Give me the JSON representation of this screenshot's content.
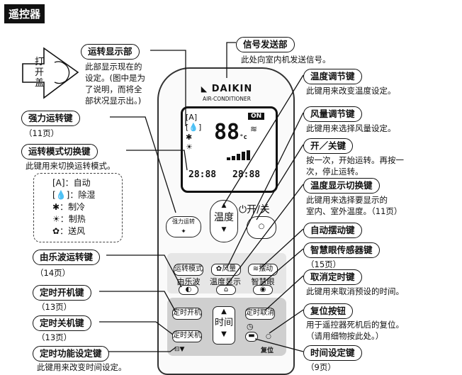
{
  "section_title": "遥控器",
  "open_cover_label": "打开盖",
  "remote": {
    "brand": "DAIKIN",
    "subtitle": "AIR-CONDITIONER",
    "lcd": {
      "on_label": "ON",
      "temp_value": "88",
      "temp_unit": "°c",
      "timer_on": "28:88",
      "timer_off": "28:88"
    },
    "powerful_btn": "强力运转",
    "temp_btn": "温度",
    "onoff_label": "⏻开/关",
    "row1": [
      "运转模式",
      "风量",
      "摆动"
    ],
    "row2": [
      "由乐波",
      "温度显示",
      "智慧眼"
    ],
    "timer_on_btn": "定时开机",
    "timer_off_btn": "定时关机",
    "time_btn": "时间",
    "timer_cancel_btn": "定时取消",
    "reset_label": "复位"
  },
  "callouts_left": [
    {
      "title": "运转显示部",
      "desc": "此部显示现在的\n设定。(图中是为\n了说明，而将全\n部状况显示出。)"
    },
    {
      "title": "强力运转键",
      "desc": "（11页）"
    },
    {
      "title": "运转模式切换键",
      "desc": "此键用来切换运转模式。"
    },
    {
      "title": "由乐波运转键",
      "desc": "（14页）"
    },
    {
      "title": "定时开机键",
      "desc": "（13页）"
    },
    {
      "title": "定时关机键",
      "desc": "（13页）"
    },
    {
      "title": "定时功能设定键",
      "desc": "此键用来改变时间设定。"
    }
  ],
  "modes": [
    {
      "icon": "auto-mode-icon",
      "glyph": "[A]",
      "label": "：自动"
    },
    {
      "icon": "dry-mode-icon",
      "glyph": "[💧]",
      "label": "：除湿"
    },
    {
      "icon": "cool-mode-icon",
      "glyph": "✱",
      "label": "：制冷"
    },
    {
      "icon": "heat-mode-icon",
      "glyph": "☀",
      "label": "：制热"
    },
    {
      "icon": "fan-mode-icon",
      "glyph": "✿",
      "label": "：送风"
    }
  ],
  "callouts_right": [
    {
      "title": "信号发送部",
      "desc": "此处向室内机发送信号。"
    },
    {
      "title": "温度调节键",
      "desc": "此键用来改变温度设定。"
    },
    {
      "title": "风量调节键",
      "desc": "此键用来选择风量设定。"
    },
    {
      "title": "开／关键",
      "desc": "按一次，开始运转。再按一\n次，停止运转。"
    },
    {
      "title": "温度显示切换键",
      "desc": "此键用来选择要显示的\n室内、室外温度。（11页）"
    },
    {
      "title": "自动摆动键",
      "desc": ""
    },
    {
      "title": "智慧眼传感器键",
      "desc": "（15页）"
    },
    {
      "title": "取消定时键",
      "desc": "此键用来取消预设的时间。"
    },
    {
      "title": "复位按钮",
      "desc": "用于遥控器死机后的复位。\n（请用细物按此处。）"
    },
    {
      "title": "时间设定键",
      "desc": "（9页）"
    }
  ]
}
